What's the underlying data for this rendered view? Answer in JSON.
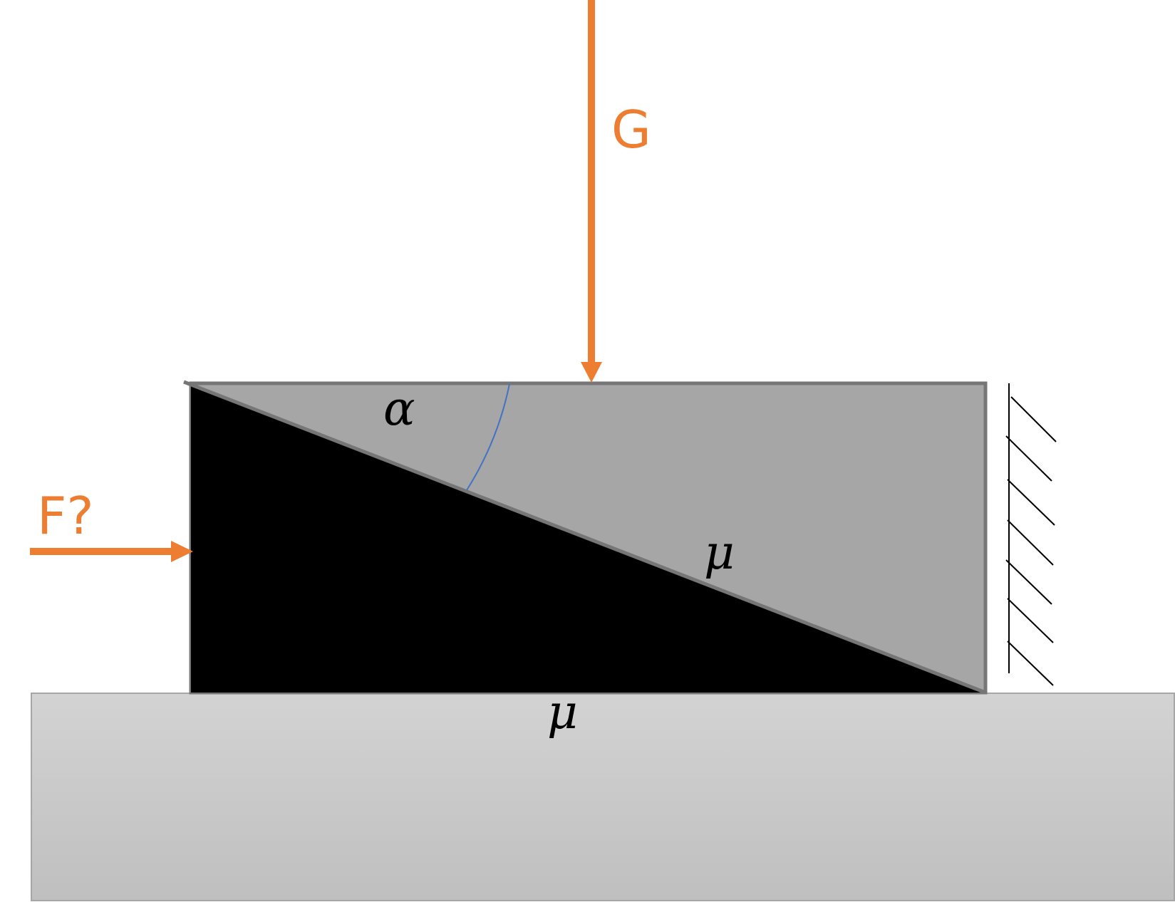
{
  "labels": {
    "weight_force": "G",
    "push_force": "F?",
    "wedge_angle": "α",
    "incline_friction": "μ",
    "ground_friction": "μ"
  },
  "colors": {
    "force": "#ED7D31",
    "upper_block": "#A6A6A6",
    "upper_block_border": "#767676",
    "wedge": "#000000",
    "ground_top": "#D3D3D3",
    "ground_bottom": "#BFBFBF",
    "ground_border": "#A6A6A6",
    "angle_arc": "#4472C4",
    "wall_hatch": "#000000"
  },
  "icons": {
    "wall": "fixed-wall-hatch-icon"
  }
}
